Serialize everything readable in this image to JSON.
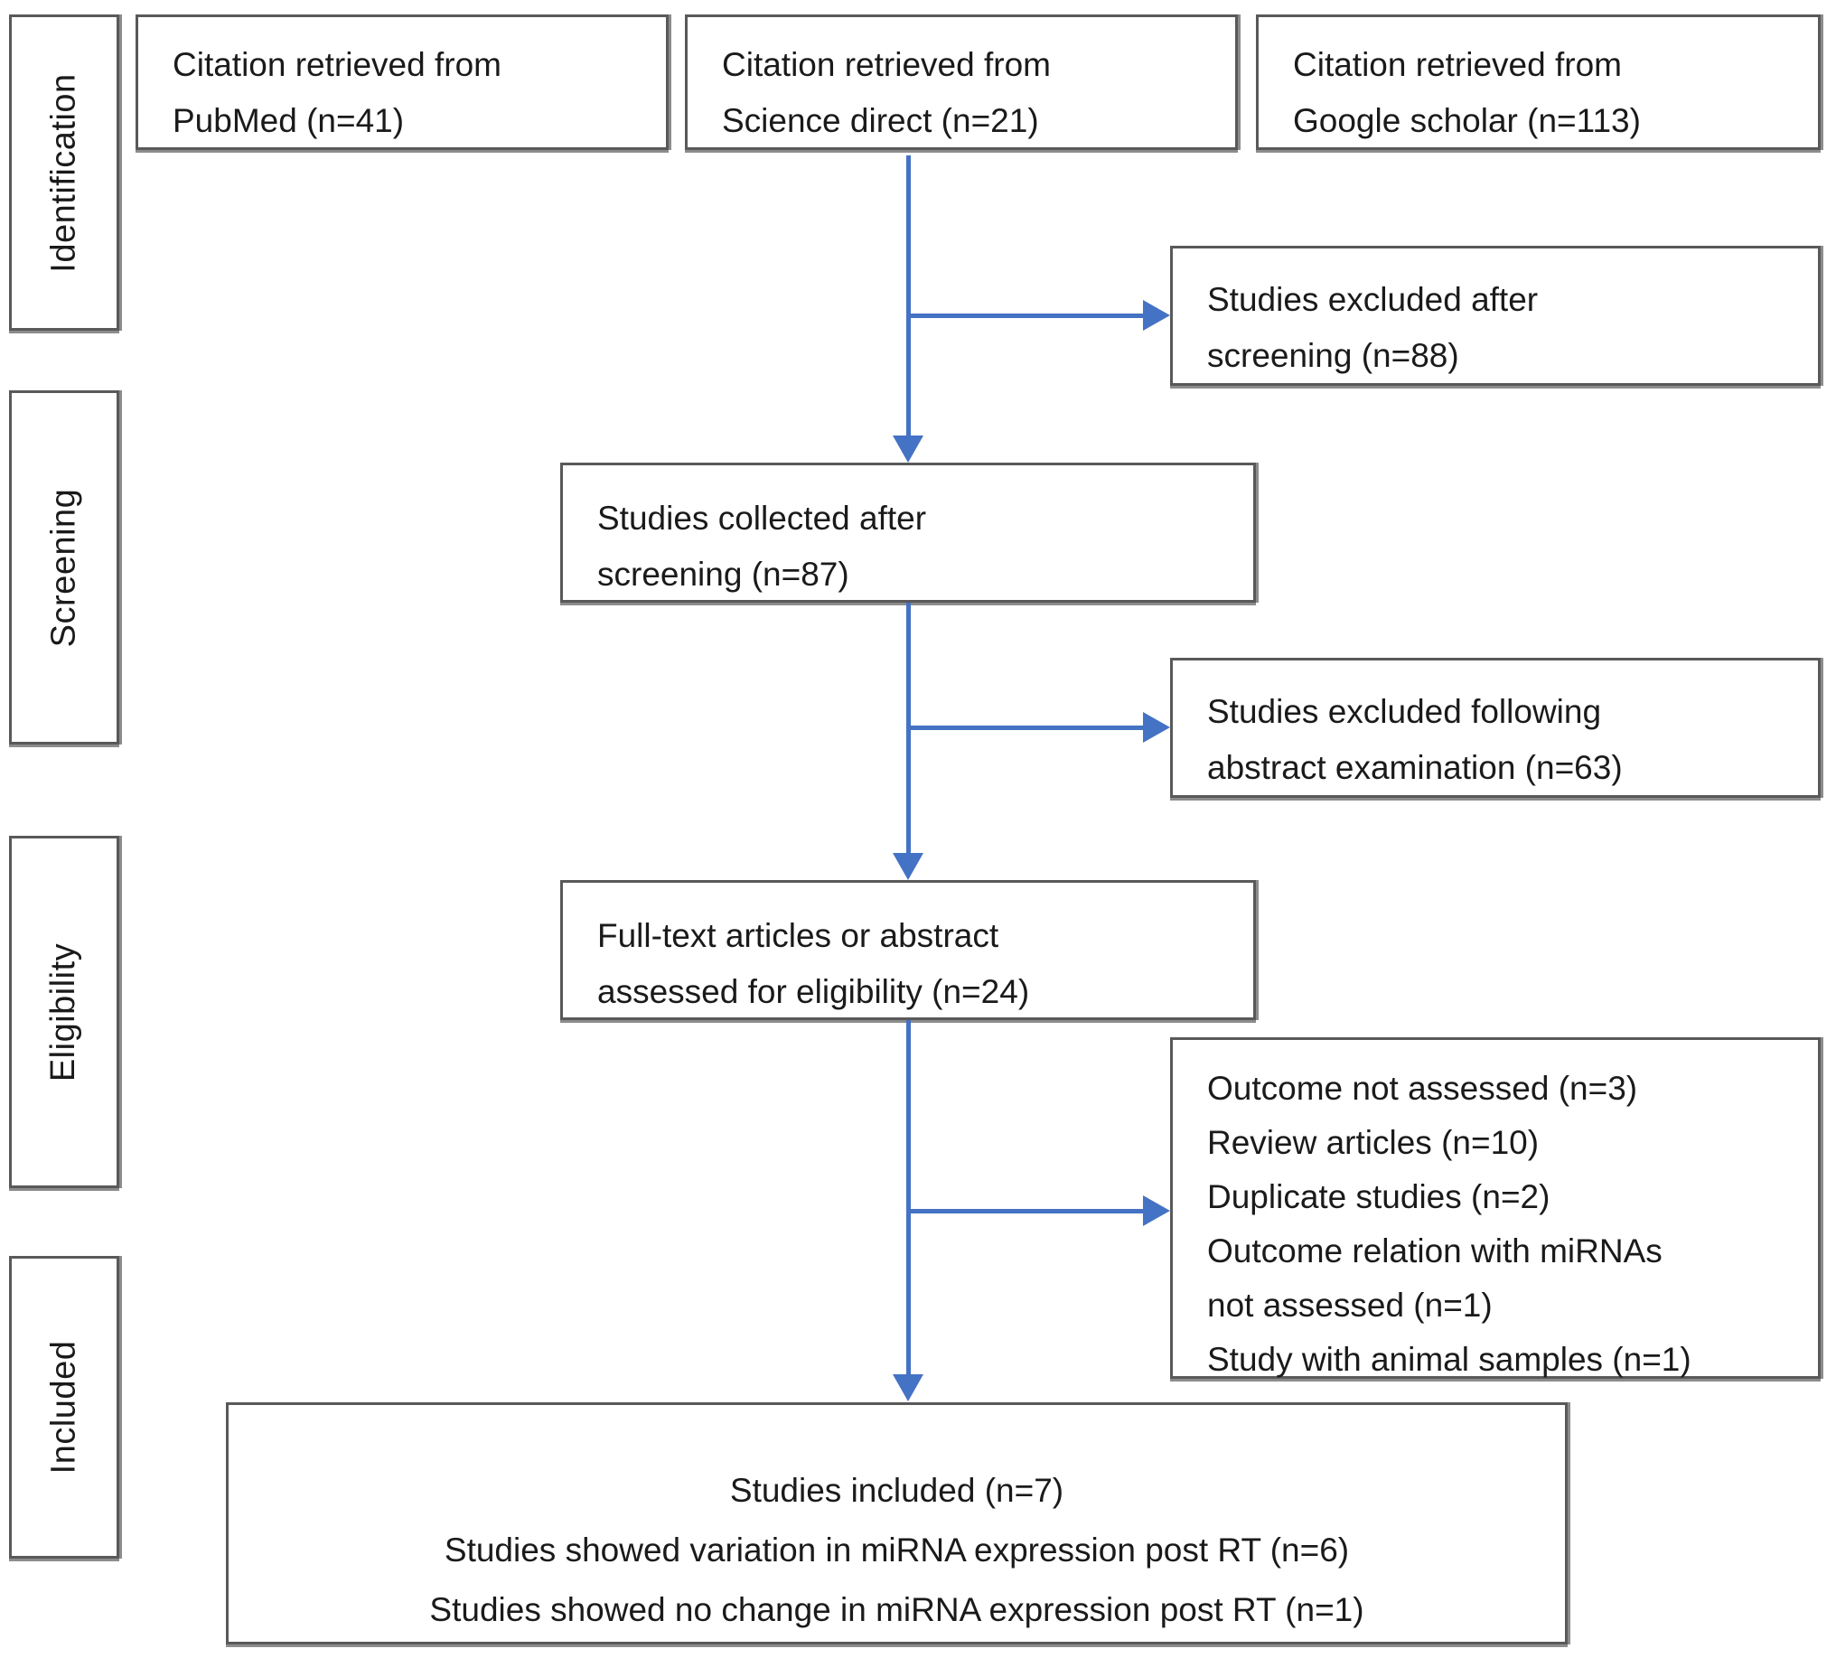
{
  "diagram": {
    "type": "PRISMA flow diagram",
    "accent_color": "#4472c4",
    "border_color": "#595959",
    "stages": [
      {
        "key": "identification",
        "label": "Identification"
      },
      {
        "key": "screening",
        "label": "Screening"
      },
      {
        "key": "eligibility",
        "label": "Eligibility"
      },
      {
        "key": "included",
        "label": "Included"
      }
    ],
    "nodes": {
      "pubmed": {
        "text": "Citation retrieved from\nPubMed (n=41)"
      },
      "science_direct": {
        "text": "Citation retrieved from\nScience direct (n=21)"
      },
      "google_scholar": {
        "text": "Citation retrieved from\nGoogle scholar (n=113)"
      },
      "excluded_screening": {
        "text": "Studies excluded after\nscreening (n=88)"
      },
      "collected": {
        "text": "Studies collected after\nscreening (n=87)"
      },
      "excluded_abstract": {
        "text": "Studies excluded following\nabstract examination (n=63)"
      },
      "fulltext": {
        "text": "Full-text articles or abstract\nassessed for eligibility (n=24)"
      },
      "excluded_reasons": {
        "text": "Outcome not assessed (n=3)\nReview articles (n=10)\nDuplicate studies (n=2)\nOutcome relation with miRNAs\nnot assessed (n=1)\nStudy with animal samples (n=1)"
      },
      "included": {
        "text": "Studies included (n=7)\nStudies showed variation in miRNA expression post RT (n=6)\nStudies showed no change in miRNA expression post RT (n=1)"
      }
    },
    "counts": {
      "pubmed": 41,
      "science_direct": 21,
      "google_scholar": 113,
      "excluded_after_screening": 88,
      "collected_after_screening": 87,
      "excluded_following_abstract": 63,
      "assessed_for_eligibility": 24,
      "outcome_not_assessed": 3,
      "review_articles": 10,
      "duplicate_studies": 2,
      "outcome_relation_miRNAs_not_assessed": 1,
      "animal_samples": 1,
      "studies_included": 7,
      "variation_post_rt": 6,
      "no_change_post_rt": 1
    }
  }
}
